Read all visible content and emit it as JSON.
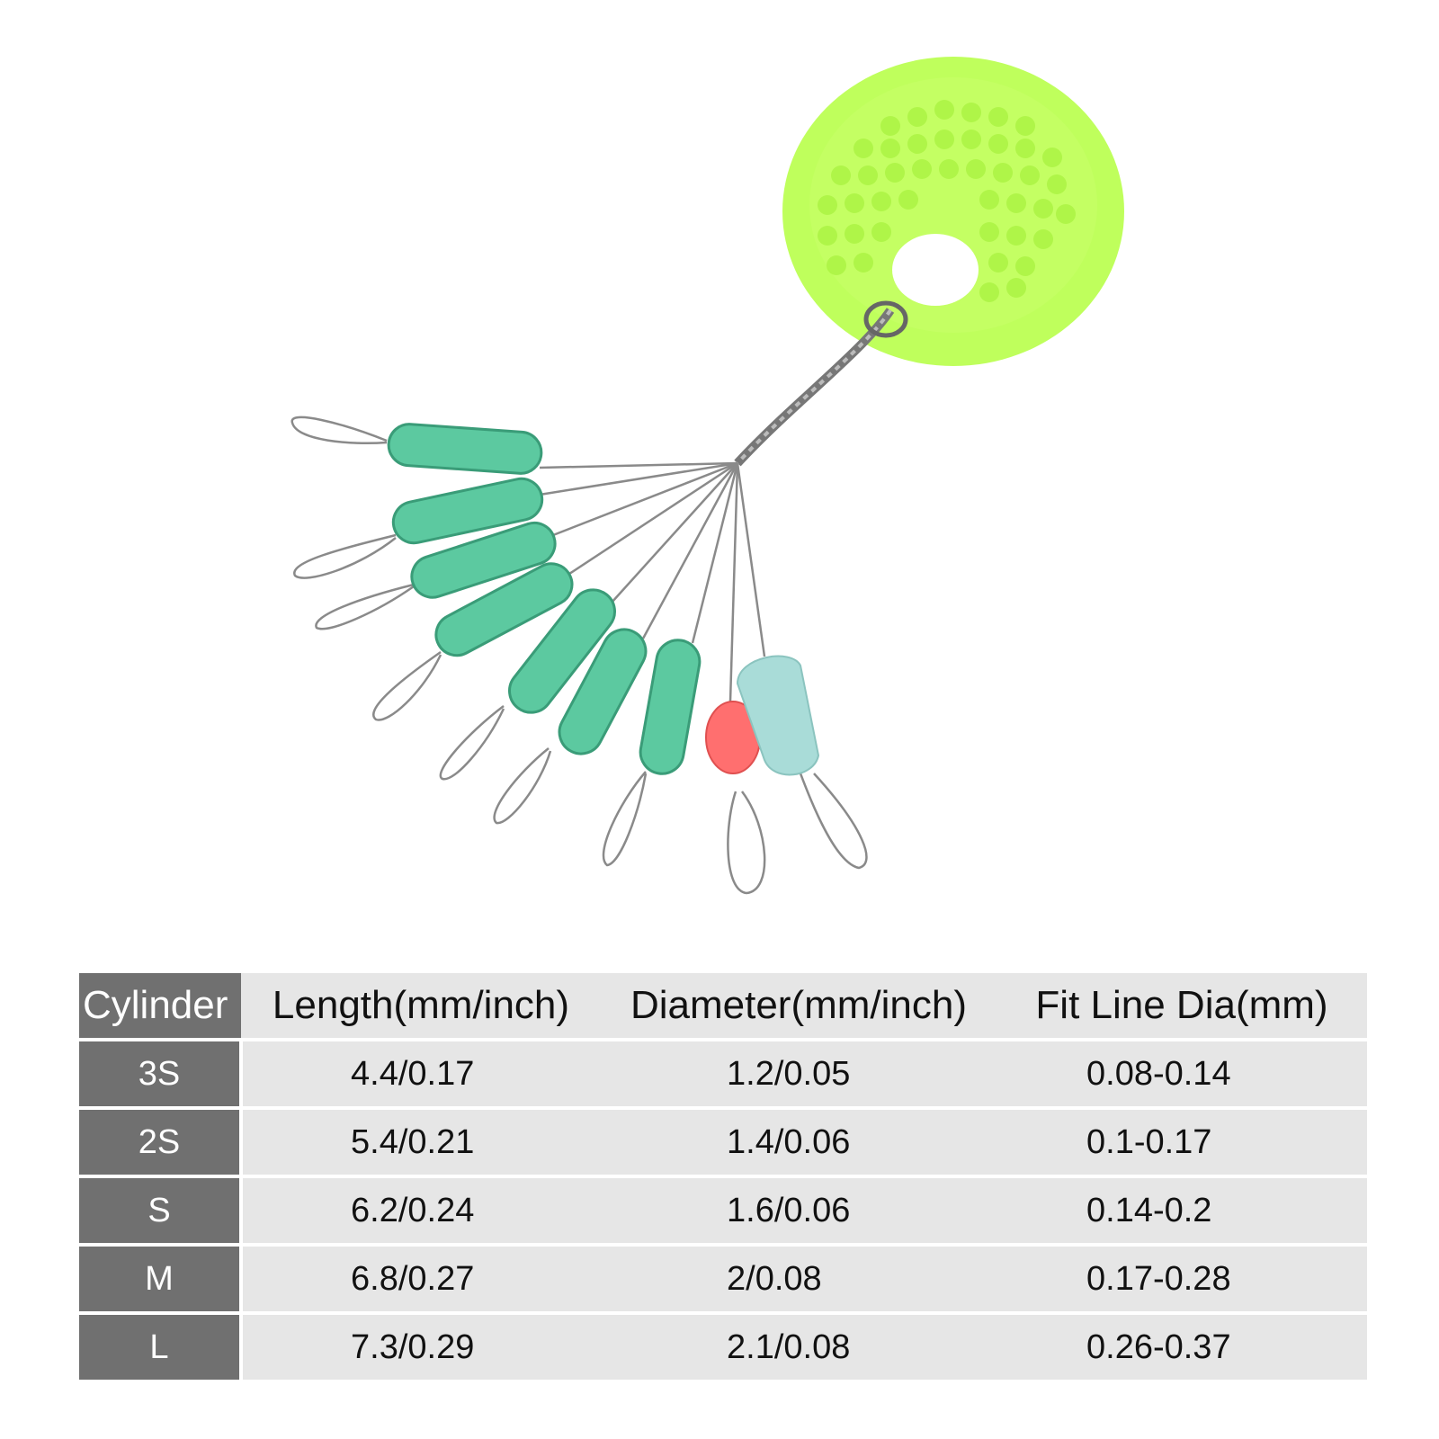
{
  "table": {
    "headers": [
      "Cylinder",
      "Length(mm/inch)",
      "Diameter(mm/inch)",
      "Fit Line Dia(mm)"
    ],
    "rows": [
      {
        "size": "3S",
        "length": "4.4/0.17",
        "diameter": "1.2/0.05",
        "fit": "0.08-0.14"
      },
      {
        "size": "2S",
        "length": "5.4/0.21",
        "diameter": "1.4/0.06",
        "fit": "0.1-0.17"
      },
      {
        "size": "S",
        "length": "6.2/0.24",
        "diameter": "1.6/0.06",
        "fit": "0.14-0.2"
      },
      {
        "size": "M",
        "length": "6.8/0.27",
        "diameter": "2/0.08",
        "fit": "0.17-0.28"
      },
      {
        "size": "L",
        "length": "7.3/0.29",
        "diameter": "2.1/0.08",
        "fit": "0.26-0.37"
      }
    ]
  },
  "colors": {
    "label_cell": "#707070",
    "data_cell": "#e6e6e6",
    "disc": "#b8ff4a",
    "stopper": "#5cc9a0",
    "red_bead": "#ff6f6f",
    "clear_bead": "#a9dcd8"
  }
}
